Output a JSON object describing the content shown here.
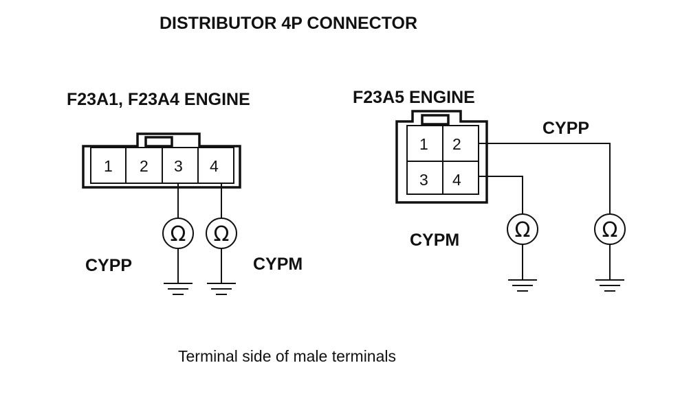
{
  "title": "DISTRIBUTOR 4P CONNECTOR",
  "left_connector": {
    "heading": "F23A1, F23A4 ENGINE",
    "pins": [
      "1",
      "2",
      "3",
      "4"
    ],
    "meters": [
      {
        "symbol": "Ω",
        "label": "CYPP"
      },
      {
        "symbol": "Ω",
        "label": "CYPM"
      }
    ]
  },
  "right_connector": {
    "heading": "F23A5 ENGINE",
    "pins": [
      "1",
      "2",
      "3",
      "4"
    ],
    "meters": [
      {
        "symbol": "Ω",
        "label": "CYPM"
      },
      {
        "symbol": "Ω",
        "label": "CYPP"
      }
    ]
  },
  "caption": "Terminal side of male terminals"
}
